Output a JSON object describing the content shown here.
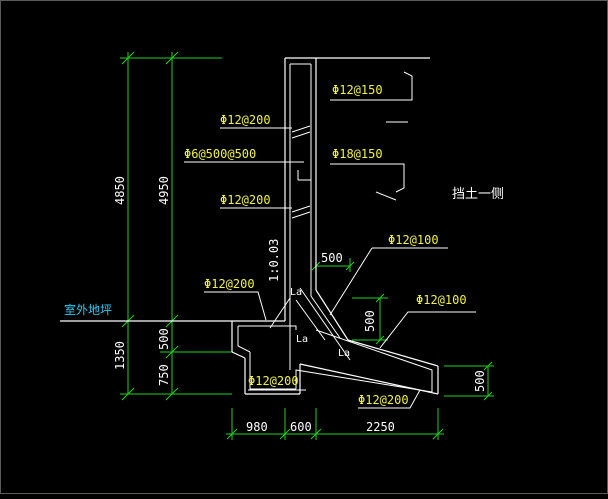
{
  "drawing": {
    "side_label": "挡土一侧",
    "ground_label": "室外地坪",
    "slope_label": "1:0.03",
    "rebar": {
      "wall_back_vertical": "Φ12@150",
      "wall_front_top": "Φ12@200",
      "tie_bars": "Φ6@500@500",
      "wall_back_lower": "Φ18@150",
      "wall_front_mid": "Φ12@200",
      "diagonal": "Φ12@100",
      "toe_top": "Φ12@200",
      "heel_top": "Φ12@100",
      "toe_bottom": "Φ12@200",
      "heel_bottom": "Φ12@200"
    },
    "dims": {
      "outer_height": "4850",
      "inner_height": "4950",
      "base_upper": "500",
      "base_lower": "750",
      "base_total": "1350",
      "toe_width": "980",
      "stem_width": "600",
      "heel_width": "2250",
      "haunch_w": "500",
      "haunch_h": "500",
      "heel_end": "500",
      "lap_a": "La",
      "lap_b": "La",
      "lap_c": "La"
    }
  },
  "colors": {
    "background": "#000000",
    "rebar_text": "#f2f23c",
    "dimension": "#20d020",
    "structure": "#ffffff",
    "ground_text": "#29c8f0"
  }
}
